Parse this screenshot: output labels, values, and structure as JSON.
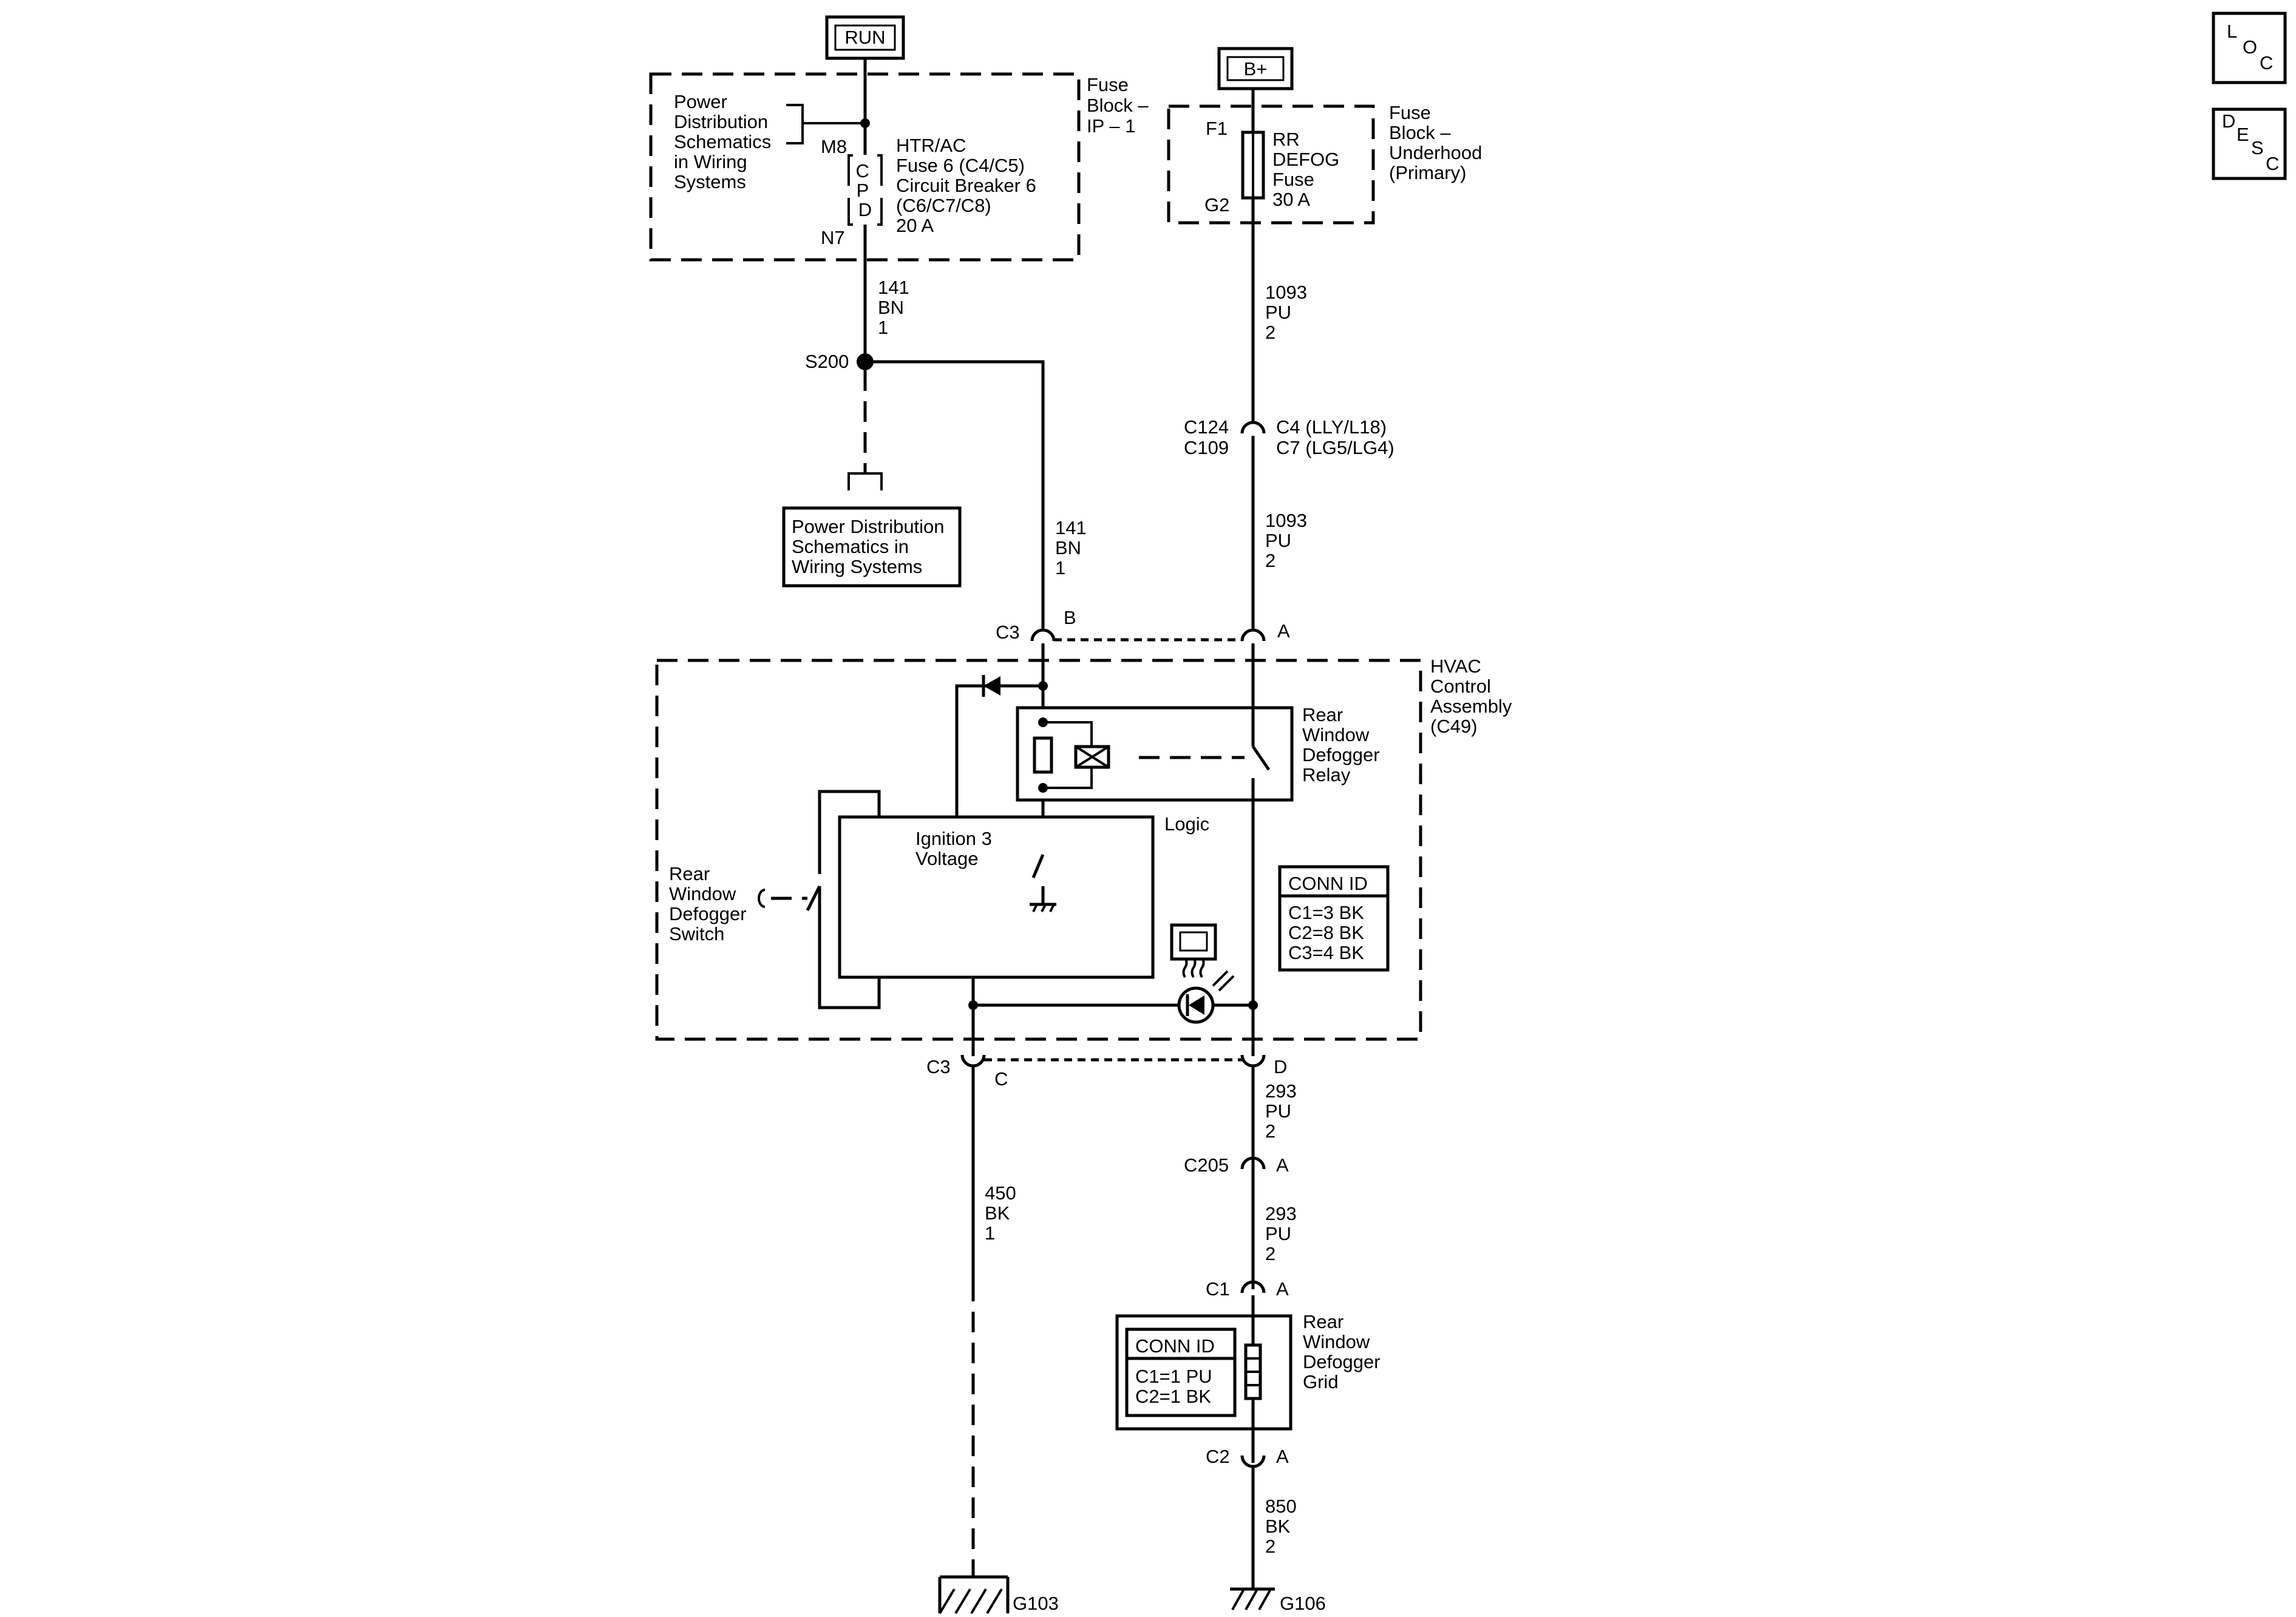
{
  "power_sources": {
    "run": "RUN",
    "b_plus": "B+"
  },
  "fuse_block_ip": {
    "label": [
      "Fuse",
      "Block –",
      "IP – 1"
    ],
    "ref": [
      "Power",
      "Distribution",
      "Schematics",
      "in Wiring",
      "Systems"
    ],
    "pin_top": "M8",
    "pin_bottom": "N7",
    "cpd": [
      "C",
      "P",
      "D"
    ],
    "fuse_desc": [
      "HTR/AC",
      "Fuse 6 (C4/C5)",
      "Circuit Breaker 6",
      "(C6/C7/C8)",
      "20 A"
    ]
  },
  "fuse_block_underhood": {
    "label": [
      "Fuse",
      "Block –",
      "Underhood",
      "(Primary)"
    ],
    "pin_top": "F1",
    "pin_bottom": "G2",
    "fuse_desc": [
      "RR",
      "DEFOG",
      "Fuse",
      "30 A"
    ]
  },
  "wires": {
    "w141_top": [
      "141",
      "BN",
      "1"
    ],
    "w141_right": [
      "141",
      "BN",
      "1"
    ],
    "w1093_top": [
      "1093",
      "PU",
      "2"
    ],
    "w1093_mid": [
      "1093",
      "PU",
      "2"
    ],
    "w293_top": [
      "293",
      "PU",
      "2"
    ],
    "w293_mid": [
      "293",
      "PU",
      "2"
    ],
    "w450": [
      "450",
      "BK",
      "1"
    ],
    "w850": [
      "850",
      "BK",
      "2"
    ]
  },
  "splice": "S200",
  "pds_box": [
    "Power Distribution",
    "Schematics in",
    "Wiring  Systems"
  ],
  "connectors": {
    "c124": "C124",
    "c109": "C109",
    "c4": "C4 (LLY/L18)",
    "c7": "C7 (LG5/LG4)",
    "c3_top": "C3",
    "pin_b": "B",
    "pin_a_top": "A",
    "c3_bottom": "C3",
    "pin_c": "C",
    "pin_d": "D",
    "c205": "C205",
    "pin_a_c205": "A",
    "c1": "C1",
    "pin_a_c1": "A",
    "c2": "C2",
    "pin_a_c2": "A"
  },
  "hvac": {
    "label": [
      "HVAC",
      "Control",
      "Assembly",
      "(C49)"
    ],
    "relay_label": [
      "Rear",
      "Window",
      "Defogger",
      "Relay"
    ],
    "logic": "Logic",
    "ignition": [
      "Ignition 3",
      "Voltage"
    ],
    "switch_label": [
      "Rear",
      "Window",
      "Defogger",
      "Switch"
    ],
    "conn_id_title": "CONN ID",
    "conn_id": [
      "C1=3 BK",
      "C2=8 BK",
      "C3=4 BK"
    ]
  },
  "grid": {
    "label": [
      "Rear",
      "Window",
      "Defogger",
      "Grid"
    ],
    "conn_id_title": "CONN ID",
    "conn_id": [
      "C1=1 PU",
      "C2=1 BK"
    ]
  },
  "grounds": {
    "g103": "G103",
    "g106": "G106"
  },
  "nav": {
    "loc": [
      "L",
      "O",
      "C"
    ],
    "desc": [
      "D",
      "E",
      "S",
      "C"
    ]
  }
}
